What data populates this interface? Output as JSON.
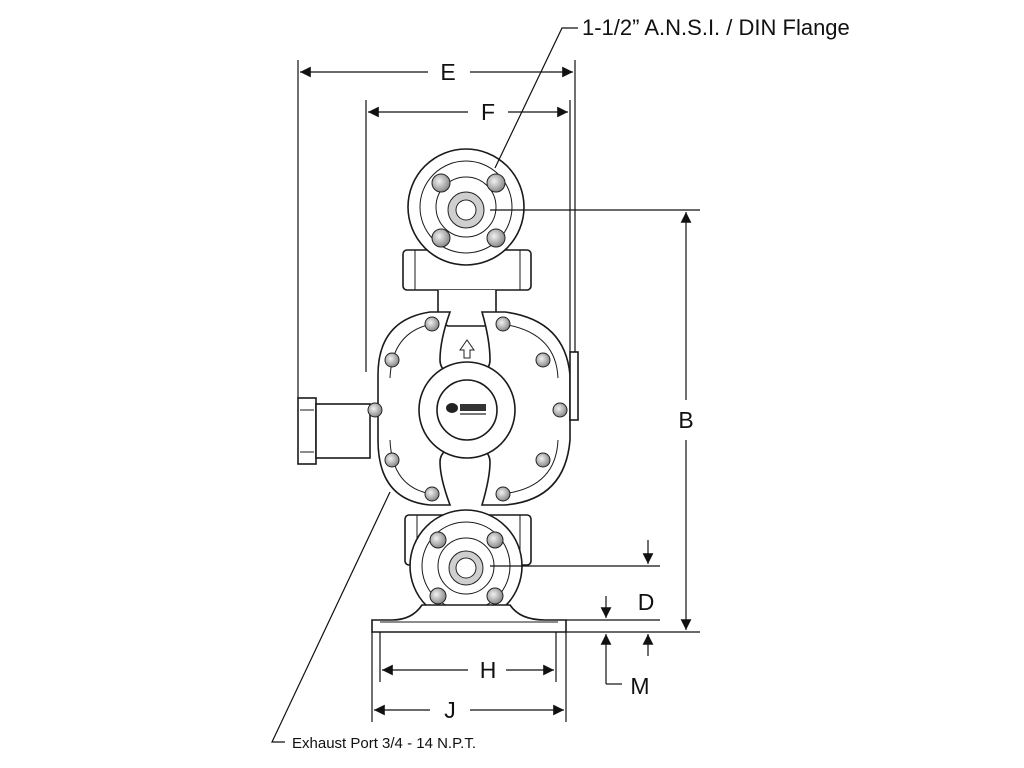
{
  "diagram": {
    "callouts": {
      "flange": "1-1/2” A.N.S.I. / DIN Flange",
      "exhaust": "Exhaust Port 3/4 - 14 N.P.T."
    },
    "dimensions": {
      "E": "E",
      "F": "F",
      "B": "B",
      "D": "D",
      "M": "M",
      "H": "H",
      "J": "J"
    },
    "flow_arrow_icon": "up-arrow-icon",
    "logo_icon": "manufacturer-logo-icon"
  }
}
